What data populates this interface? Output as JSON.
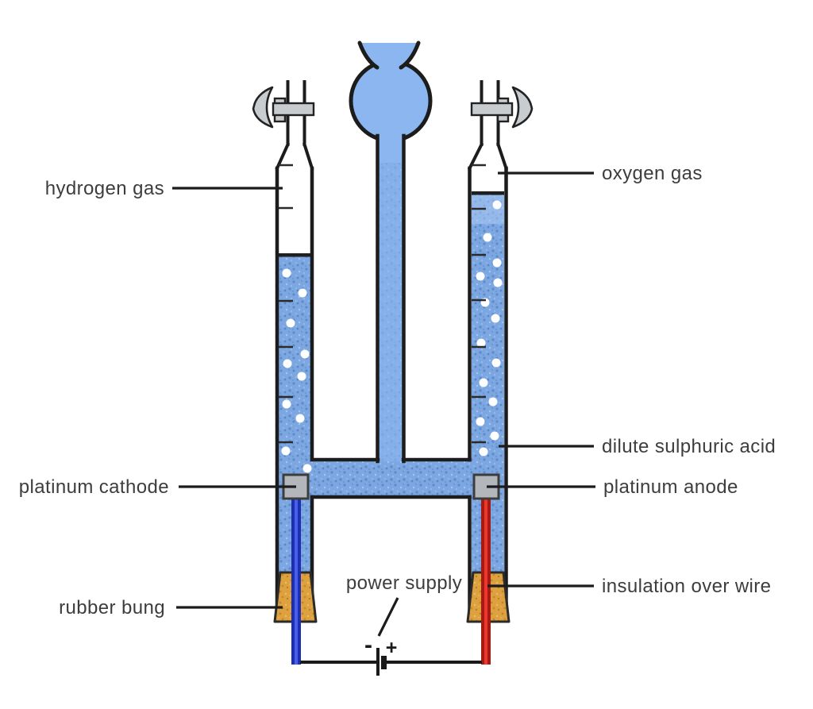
{
  "labels": {
    "hydrogen_gas": "hydrogen gas",
    "oxygen_gas": "oxygen gas",
    "dilute_sulphuric_acid": "dilute sulphuric acid",
    "platinum_cathode": "platinum cathode",
    "platinum_anode": "platinum anode",
    "rubber_bung": "rubber bung",
    "insulation_over_wire": "insulation over wire",
    "power_supply": "power supply"
  },
  "battery": {
    "minus_label": "-",
    "plus_label": "+"
  },
  "colors": {
    "reservoir_liquid": "#8cb6ef",
    "acid_liquid_base": "#7ca7e1",
    "liquid_surface_line": "#1f1f1f",
    "glass_outline": "#1c1c1c",
    "bung_orange": "#dda23f",
    "cathode_wire_blue": "#1d2eb3",
    "cathode_wire_core": "#4660e8",
    "anode_wire_red": "#a81913",
    "anode_wire_core": "#e8392c",
    "electrode_gray": "#b3b7bb",
    "valve_gray": "#c9cccf",
    "bubble_white": "#ffffff",
    "label_text": "#3d3d3d"
  }
}
